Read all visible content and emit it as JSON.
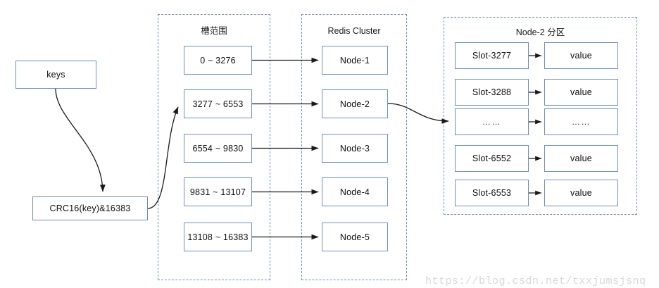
{
  "diagram": {
    "title_hidden": "Redis Cluster slot mapping diagram",
    "accent_border": "#6b8fc4",
    "line_color": "#1a1a1a",
    "watermark": "https://blog.csdn.net/txxjumsjsnq"
  },
  "input_flow": {
    "keys_box": "keys",
    "hash_box": "CRC16(key)&16383"
  },
  "slot_range_panel": {
    "title": "槽范围",
    "items": [
      {
        "label": "0 ~ 3276"
      },
      {
        "label": "3277 ~ 6553"
      },
      {
        "label": "6554 ~ 9830"
      },
      {
        "label": "9831 ~ 13107"
      },
      {
        "label": "13108 ~ 16383"
      }
    ]
  },
  "cluster_panel": {
    "title": "Redis Cluster",
    "items": [
      {
        "label": "Node-1"
      },
      {
        "label": "Node-2"
      },
      {
        "label": "Node-3"
      },
      {
        "label": "Node-4"
      },
      {
        "label": "Node-5"
      }
    ]
  },
  "node2_panel": {
    "title": "Node-2 分区",
    "rows": [
      {
        "slot": "Slot-3277",
        "value": "value"
      },
      {
        "slot": "Slot-3288",
        "value": "value"
      },
      {
        "slot": "……",
        "value": "……"
      },
      {
        "slot": "Slot-6552",
        "value": "value"
      },
      {
        "slot": "Slot-6553",
        "value": "value"
      }
    ]
  }
}
